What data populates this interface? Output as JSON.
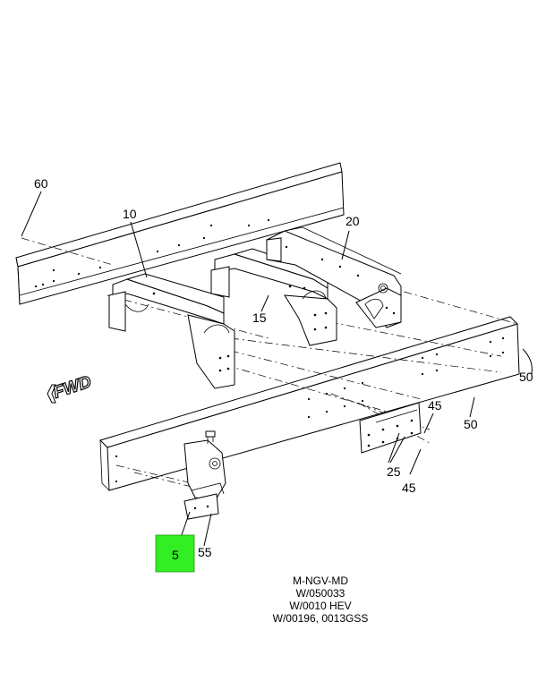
{
  "callouts": {
    "c60": "60",
    "c10": "10",
    "c20": "20",
    "c15": "15",
    "c50a": "50",
    "c50b": "50",
    "c45a": "45",
    "c45b": "45",
    "c25": "25",
    "c55": "55",
    "c5": "5"
  },
  "highlight_color": "#33ee22",
  "fwd_label": "FWD",
  "notes": {
    "line1": "M-NGV-MD",
    "line2": "W/050033",
    "line3": "W/0010 HEV",
    "line4": "W/00196, 0013GSS"
  }
}
